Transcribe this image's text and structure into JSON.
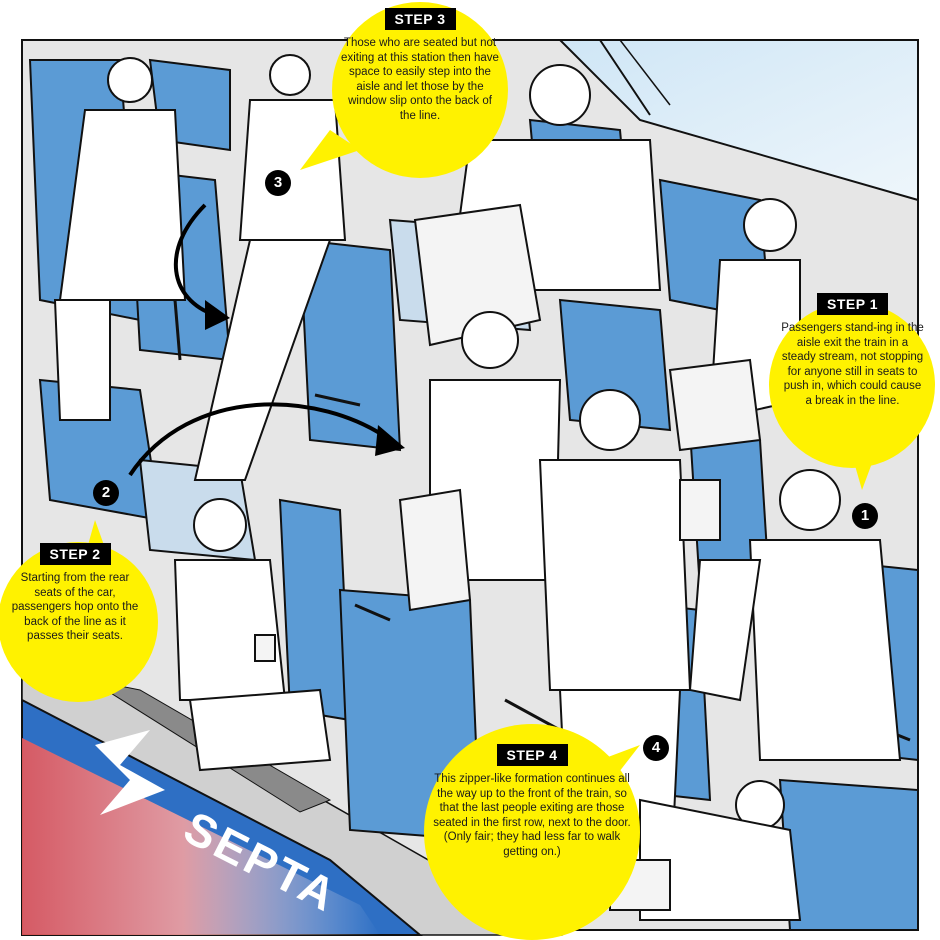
{
  "colors": {
    "seat": "#5b9bd5",
    "seat_light": "#c9dcec",
    "callout_yellow": "#fff200",
    "septa_blue": "#2e6fc4",
    "septa_red": "#e8585a"
  },
  "brand": {
    "name": "SEPTA",
    "logo_icon": "septa-s-logo-icon"
  },
  "steps": [
    {
      "num": "1",
      "label": "STEP 1",
      "text": "Passengers stand-ing in the aisle exit the train in a steady stream, not stopping for anyone still in seats to push in, which could cause a break in the line."
    },
    {
      "num": "2",
      "label": "STEP 2",
      "text": "Starting from the rear seats of the car, passengers hop onto the back of the line as it passes their seats."
    },
    {
      "num": "3",
      "label": "STEP 3",
      "text": "Those who are seated but not exiting at this station then have space to easily step into the aisle and let those by the window slip onto the back of the line."
    },
    {
      "num": "4",
      "label": "STEP 4",
      "text": "This zipper-like formation continues all the way up to the front of the train, so that the last people exiting are those seated in the first row, next to the door. (Only fair; they had less far to walk getting on.)"
    }
  ]
}
